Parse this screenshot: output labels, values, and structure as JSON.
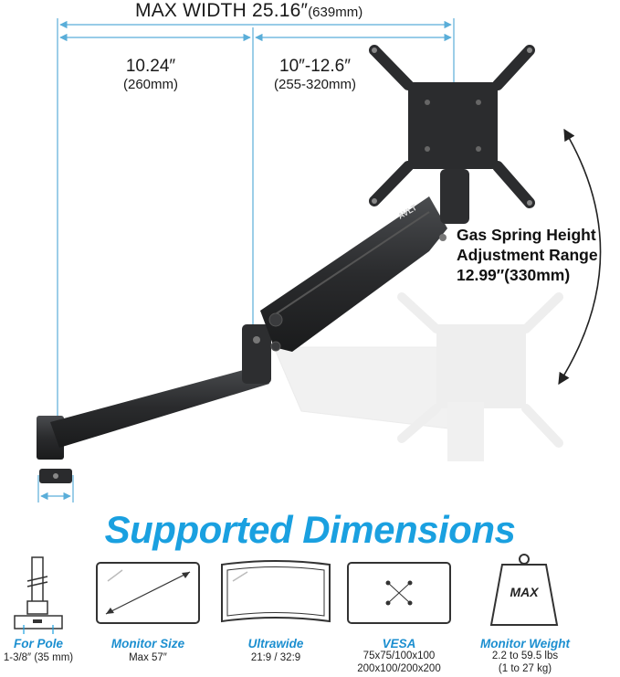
{
  "dimensions": {
    "max_width_label": "MAX WIDTH 25.16″",
    "max_width_mm": "(639mm)",
    "left_span": "10.24″",
    "left_span_mm": "(260mm)",
    "right_span": "10″-12.6″",
    "right_span_mm": "(255-320mm)",
    "gas_line1": "Gas Spring Height",
    "gas_line2": "Adjustment Range",
    "gas_line3": "12.99″(330mm)"
  },
  "brand_mark": "AVLT",
  "headline": "Supported Dimensions",
  "specs": {
    "pole": {
      "label": "For Pole",
      "value": "1-3/8″ (35 mm)"
    },
    "monitor_size": {
      "label": "Monitor Size",
      "value": "Max 57″"
    },
    "ultrawide": {
      "label": "Ultrawide",
      "value": "21:9 / 32:9"
    },
    "vesa": {
      "label": "VESA",
      "value_line1": "75x75/100x100",
      "value_line2": "200x100/200x200"
    },
    "weight": {
      "label": "Monitor Weight",
      "badge": "MAX",
      "value_line1": "2.2 to 59.5 lbs",
      "value_line2": "(1 to 27 kg)"
    }
  },
  "colors": {
    "accent": "#1aa0e0",
    "guide": "#5aaed9",
    "arm": "#2a2b2d"
  }
}
